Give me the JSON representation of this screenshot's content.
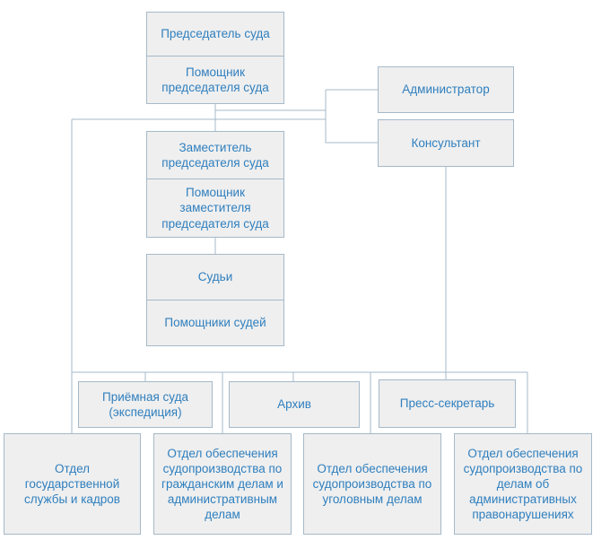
{
  "diagram": {
    "type": "org-chart",
    "colors": {
      "node_fill": "#efefef",
      "node_border": "#a5b9c9",
      "node_text": "#2f7fbe",
      "connector": "#a5b9c9",
      "page_background": "#ffffff"
    },
    "nodes": [
      {
        "id": "chairman",
        "label": "Председатель суда"
      },
      {
        "id": "chairman-assistant",
        "label": "Помощник председателя суда"
      },
      {
        "id": "administrator",
        "label": "Администратор"
      },
      {
        "id": "consultant",
        "label": "Консультант"
      },
      {
        "id": "deputy-chairman",
        "label": "Заместитель председателя суда"
      },
      {
        "id": "deputy-chairman-assistant",
        "label": "Помощник заместителя председателя суда"
      },
      {
        "id": "judges",
        "label": "Судьи"
      },
      {
        "id": "judges-assistants",
        "label": "Помощники судей"
      },
      {
        "id": "court-reception",
        "label": "Приёмная суда (экспедиция)"
      },
      {
        "id": "archive",
        "label": "Архив"
      },
      {
        "id": "press-secretary",
        "label": "Пресс-секретарь"
      },
      {
        "id": "civil-service-hr-dept",
        "label": "Отдел государственной службы и кадров"
      },
      {
        "id": "civil-admin-cases-dept",
        "label": "Отдел обеспечения судопроизводства по гражданским делам и административным делам"
      },
      {
        "id": "criminal-cases-dept",
        "label": "Отдел обеспечения судопроизводства по уголовным делам"
      },
      {
        "id": "administrative-offenses-dept",
        "label": "Отдел обеспечения судопроизводства по делам об административных правонарушениях"
      }
    ]
  }
}
